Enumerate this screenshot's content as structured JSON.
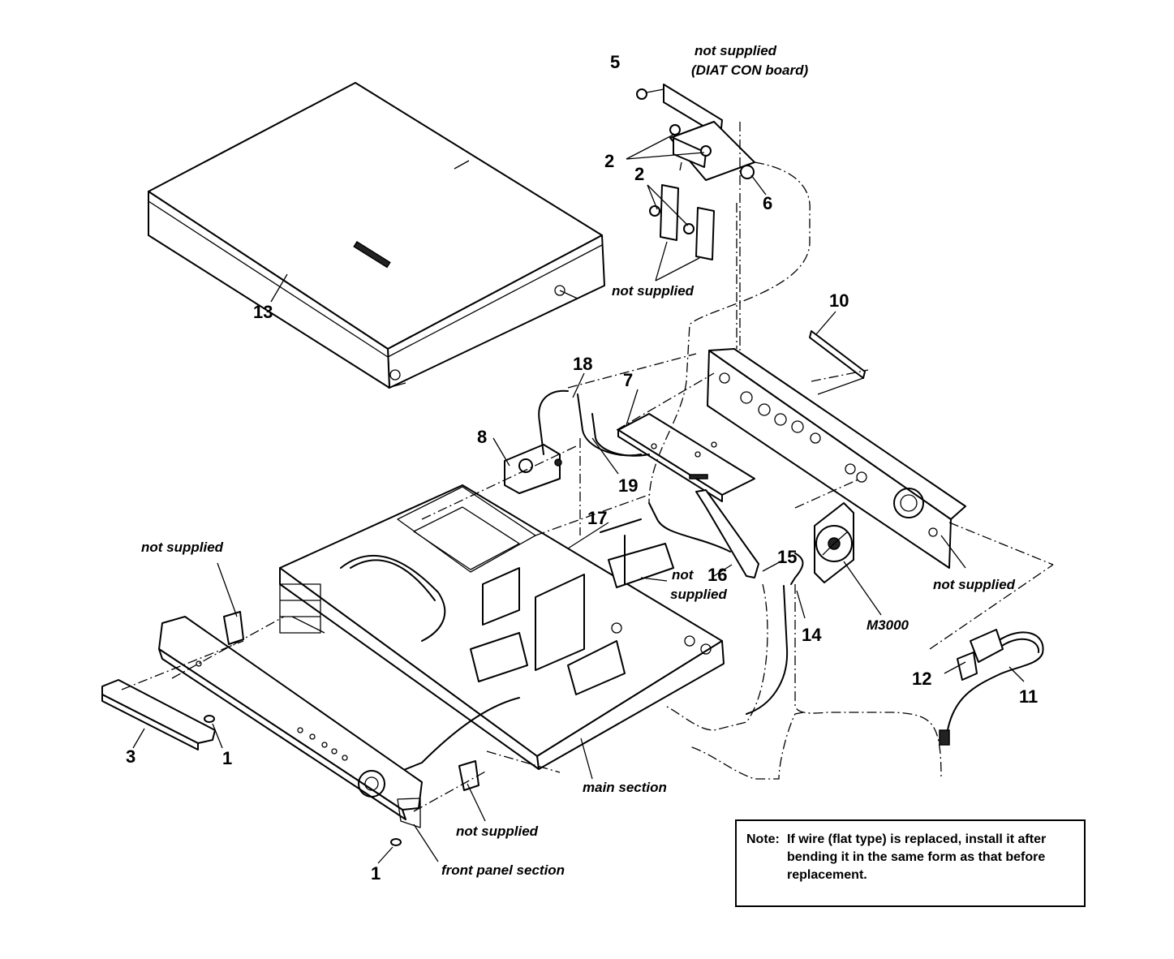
{
  "callouts": {
    "n1a": "1",
    "n1b": "1",
    "n2a": "2",
    "n2b": "2",
    "n3": "3",
    "n5": "5",
    "n6": "6",
    "n7": "7",
    "n8": "8",
    "n10": "10",
    "n11": "11",
    "n12": "12",
    "n13": "13",
    "n14": "14",
    "n15": "15",
    "n16": "16",
    "n17": "17",
    "n18": "18",
    "n19": "19",
    "m3000": "M3000"
  },
  "labels": {
    "not_supplied_diat_line1": "not supplied",
    "not_supplied_diat_line2": "(DIAT CON board)",
    "not_supplied_brackets": "not supplied",
    "not_supplied_left": "not supplied",
    "not_line1": "not",
    "not_line2": "supplied",
    "not_supplied_right": "not supplied",
    "not_supplied_bottom": "not supplied",
    "main_section": "main section",
    "front_panel_section": "front panel section"
  },
  "note": {
    "heading": "Note:",
    "text": "If wire (flat type) is replaced, install it after bending it in the same form as that before replacement."
  }
}
